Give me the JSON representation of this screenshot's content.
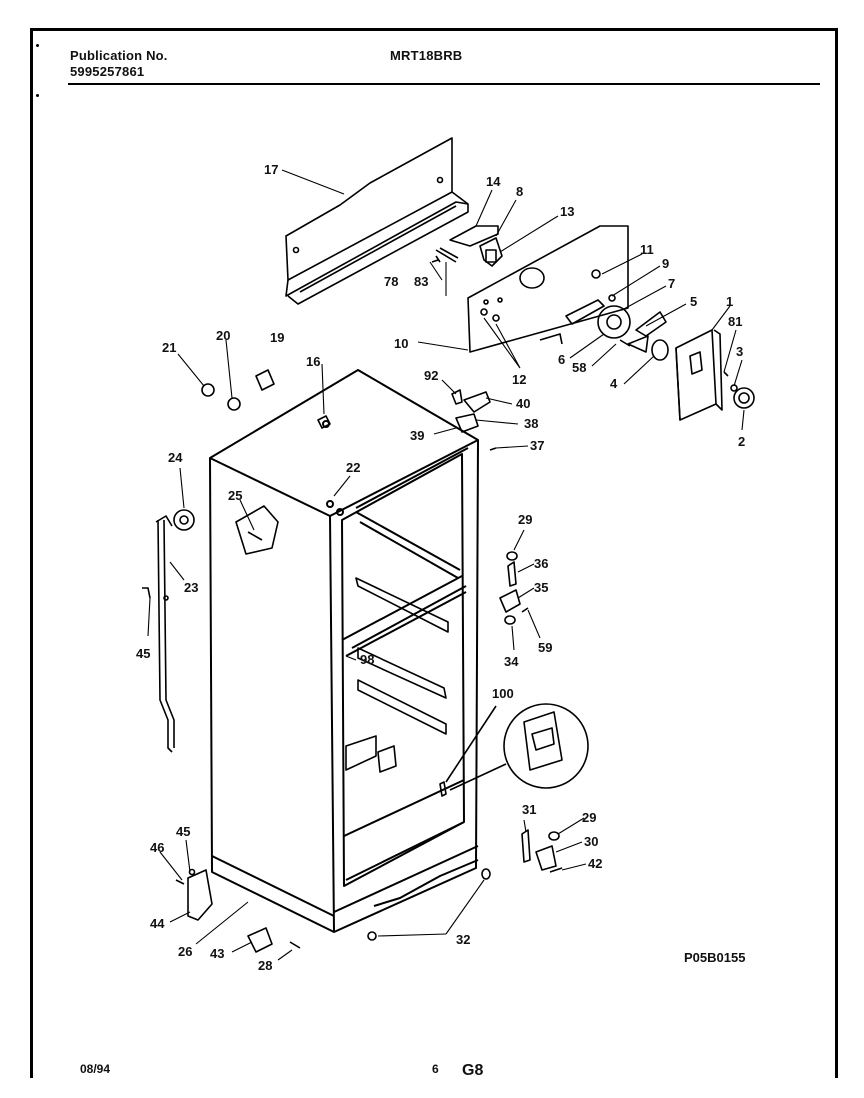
{
  "header": {
    "publication_label": "Publication No.",
    "publication_number": "5995257861",
    "model": "MRT18BRB"
  },
  "diagram_code": "P05B0155",
  "footer": {
    "date": "08/94",
    "page_number": "6",
    "section": "G8"
  },
  "callouts": [
    "17",
    "14",
    "8",
    "13",
    "11",
    "9",
    "7",
    "5",
    "1",
    "81",
    "3",
    "2",
    "4",
    "58",
    "6",
    "12",
    "10",
    "83",
    "78",
    "21",
    "20",
    "19",
    "16",
    "92",
    "40",
    "38",
    "39",
    "37",
    "22",
    "24",
    "25",
    "23",
    "45",
    "29",
    "36",
    "35",
    "59",
    "34",
    "98",
    "100",
    "31",
    "30",
    "42",
    "46",
    "44",
    "26",
    "43",
    "28",
    "32"
  ]
}
